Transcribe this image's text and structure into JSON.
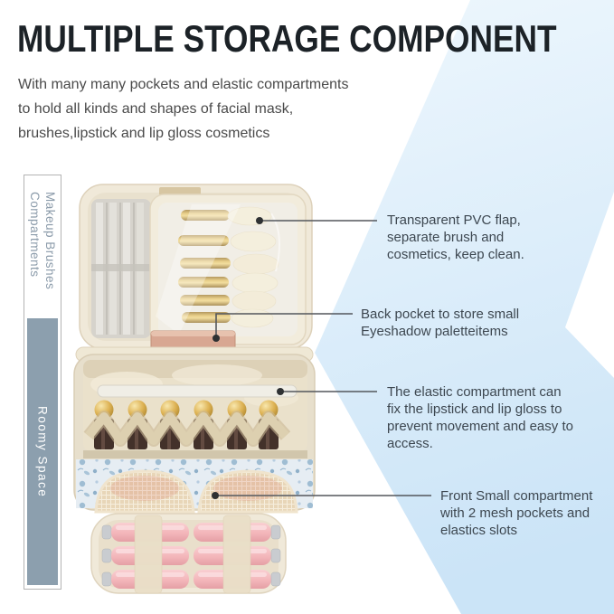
{
  "title": "MULTIPLE STORAGE COMPONENT",
  "subtitle_lines": [
    "With many many pockets and elastic compartments",
    "to hold all kinds and shapes of facial mask,",
    "brushes,lipstick and lip gloss cosmetics"
  ],
  "sidebar": {
    "top_label_line1": "Makeup Brushes",
    "top_label_line2": "Compartments",
    "bottom_label": "Roomy Space"
  },
  "annotations": [
    {
      "lines": [
        "Transparent PVC flap,",
        "separate brush and",
        "cosmetics, keep clean."
      ]
    },
    {
      "lines": [
        "Back pocket to store small",
        "Eyeshadow paletteitems"
      ]
    },
    {
      "lines": [
        "The elastic compartment can",
        "fix the lipstick and lip gloss to",
        "prevent movement and easy to",
        "access."
      ]
    },
    {
      "lines": [
        "Front Small compartment",
        "with 2 mesh pockets and",
        "elastics slots"
      ]
    }
  ],
  "colors": {
    "background_chevron_light": "#eef7fd",
    "background_chevron_deep": "#cbe4f7",
    "sidebar_slate": "#8c9fae",
    "sidebar_text": "#8b9baa",
    "title_text": "#1c2227",
    "body_text": "#4a4a4a",
    "annotation_text": "#3d4750",
    "callout_line": "#53575c",
    "bag_cream": "#f0e9d9",
    "brush_gold": "#e3bf5e",
    "bottle_pink": "#f3b6ba"
  }
}
